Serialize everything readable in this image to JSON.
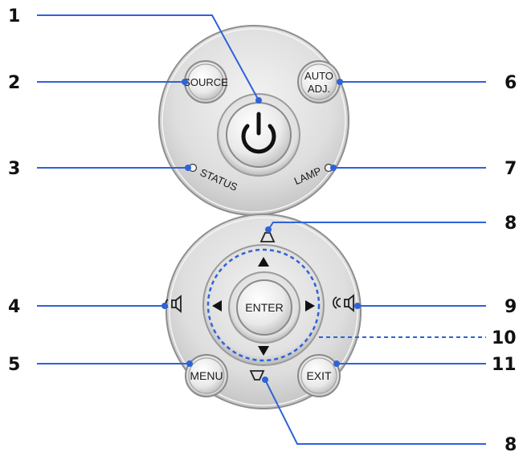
{
  "callouts": {
    "c1": "1",
    "c2": "2",
    "c3": "3",
    "c4": "4",
    "c5": "5",
    "c6": "6",
    "c7": "7",
    "c8_top": "8",
    "c9": "9",
    "c10": "10",
    "c11": "11",
    "c8_bottom": "8"
  },
  "buttons": {
    "source": "SOURCE",
    "auto_adj_line1": "AUTO",
    "auto_adj_line2": "ADJ.",
    "enter": "ENTER",
    "menu": "MENU",
    "exit": "EXIT"
  },
  "indicators": {
    "status": "STATUS",
    "lamp": "LAMP"
  },
  "icons": {
    "power": "power-icon",
    "keystone_up": "keystone-up-icon",
    "keystone_down": "keystone-down-icon",
    "volume_down": "volume-down-icon",
    "volume_up": "volume-up-icon",
    "arrow_up": "arrow-up-icon",
    "arrow_down": "arrow-down-icon",
    "arrow_left": "arrow-left-icon",
    "arrow_right": "arrow-right-icon"
  },
  "colors": {
    "leader_line": "#2e62d9",
    "panel_outer": "#9a9a9a",
    "panel_fill": "#dcdcdc"
  }
}
